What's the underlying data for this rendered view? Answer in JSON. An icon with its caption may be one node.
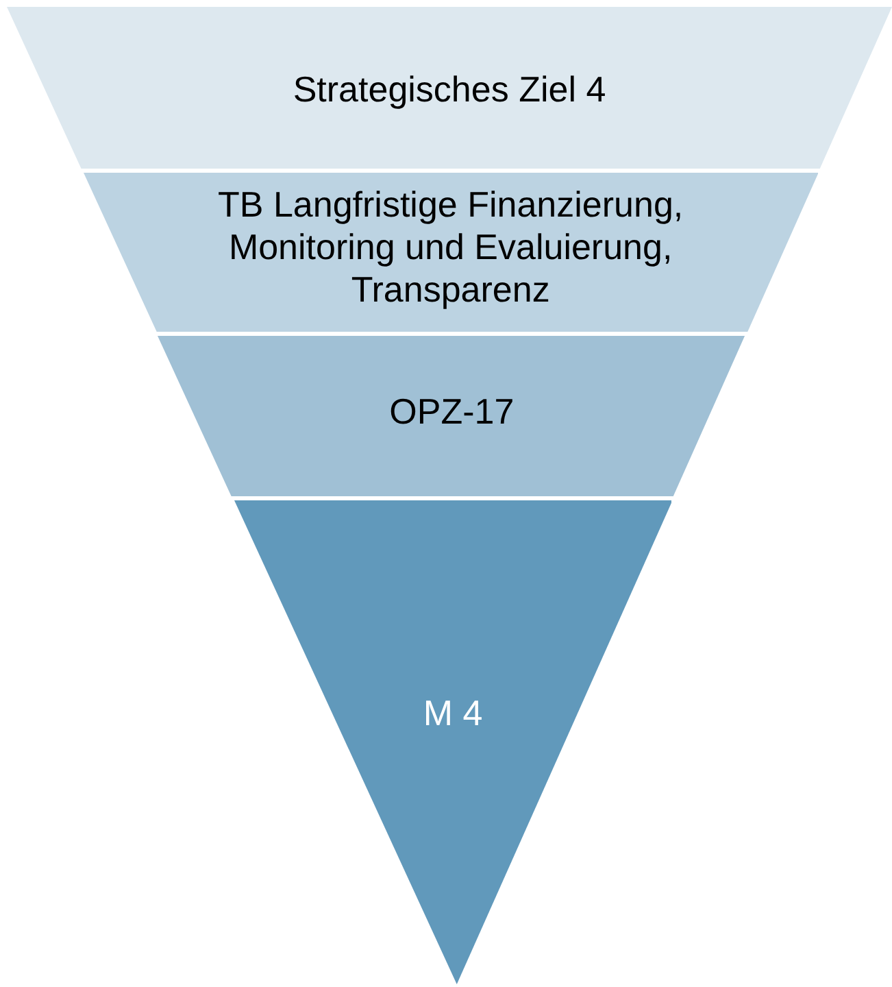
{
  "diagram": {
    "nodes": [
      {
        "text": [
          "Strategisches Ziel 4"
        ]
      },
      {
        "text": [
          "TB Langfristige Finanzierung, Monitoring und Evaluierung, Transparenz"
        ]
      },
      {
        "text": [
          "OPZ-17"
        ]
      },
      {
        "text": [
          "M 4"
        ]
      }
    ]
  }
}
